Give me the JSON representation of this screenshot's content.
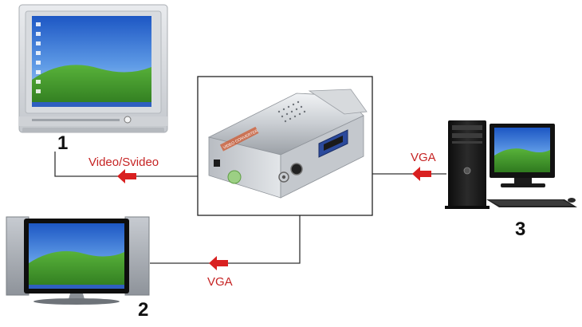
{
  "devices": {
    "crt_tv": {
      "number": "1"
    },
    "lcd_tv": {
      "number": "2"
    },
    "computer": {
      "number": "3"
    },
    "converter": {
      "text": "VIDEO CONVERTER"
    }
  },
  "connections": [
    {
      "id": "to-crt-tv",
      "label": "Video/Svideo"
    },
    {
      "id": "to-lcd-tv",
      "label": "VGA"
    },
    {
      "id": "from-computer",
      "label": "VGA"
    }
  ],
  "colors": {
    "arrow": "#d92020",
    "label": "#c62424",
    "line": "#333333",
    "screen_sky": "#2f6fd0",
    "screen_grass": "#3f9a2c"
  },
  "icons": {
    "arrow": "red-left-arrow-icon"
  }
}
